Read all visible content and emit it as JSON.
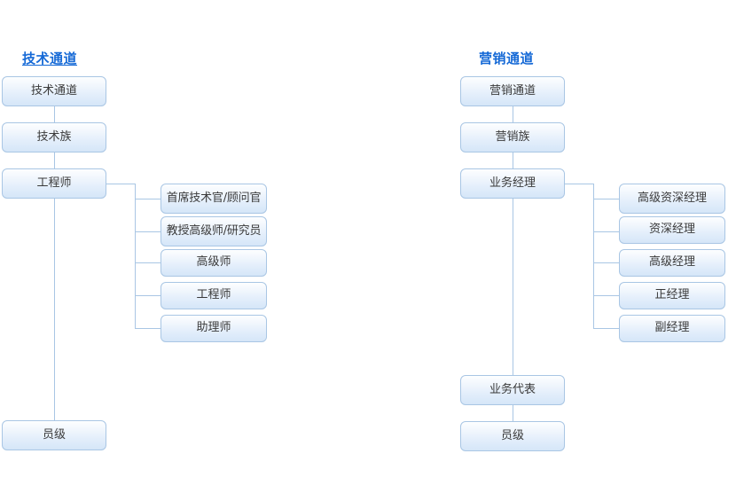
{
  "diagram": {
    "title_left": "技术通道",
    "title_right": "营销通道",
    "accent_color": "#1569d6",
    "box_border_color": "#a9c6e4",
    "line_color": "#a9c6e4",
    "text_color": "#3a3a3a",
    "background_color": "#ffffff"
  },
  "tracks": [
    {
      "id": "technical",
      "title": "技术通道",
      "title_underlined": true,
      "spine": [
        {
          "label": "技术通道"
        },
        {
          "label": "技术族"
        },
        {
          "label": "工程师"
        },
        {
          "label": "员级"
        }
      ],
      "branch_from": "工程师",
      "branch_items": [
        {
          "label": "首席技术官/顾问官"
        },
        {
          "label": "教授高级师/研究员"
        },
        {
          "label": "高级师"
        },
        {
          "label": "工程师"
        },
        {
          "label": "助理师"
        }
      ]
    },
    {
      "id": "marketing",
      "title": "营销通道",
      "title_underlined": false,
      "spine": [
        {
          "label": "营销通道"
        },
        {
          "label": "营销族"
        },
        {
          "label": "业务经理"
        },
        {
          "label": "业务代表"
        },
        {
          "label": "员级"
        }
      ],
      "branch_from": "业务经理",
      "branch_items": [
        {
          "label": "高级资深经理"
        },
        {
          "label": "资深经理"
        },
        {
          "label": "高级经理"
        },
        {
          "label": "正经理"
        },
        {
          "label": "副经理"
        }
      ]
    }
  ]
}
